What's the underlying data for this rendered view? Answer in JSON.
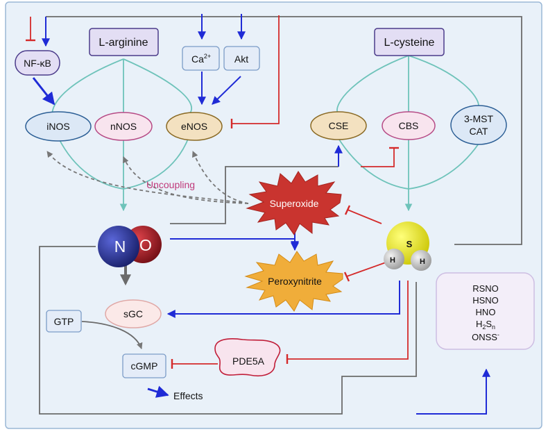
{
  "colors": {
    "background": "#e9f1f9",
    "frame_border": "#9ab7d6",
    "teal_pathway": "#6ec3ba",
    "activation_arrow": "#1f2bd6",
    "inhibition": "#d42a2a",
    "gray_line": "#6b6b6b",
    "uncoupling_text": "#c0397a",
    "arginine_box": "#e3def4",
    "cysteine_box": "#e3def4",
    "inos_fill": "#dce8f6",
    "nnos_fill": "#f8e4ee",
    "enos_fill": "#f3e1c0",
    "cse_fill": "#f3e1c0",
    "cbs_fill": "#f8e4ee",
    "superoxide_fill": "#c9342f",
    "peroxynitrite_fill": "#f0ad3a",
    "no_n_atom": "#1c2580",
    "no_o_atom": "#a3121b",
    "h2s_s_atom": "#e8e816",
    "products_box_fill": "#f3eef9",
    "products_box_border": "#cdbde2"
  },
  "nodes": {
    "nfkb": "NF-κB",
    "l_arginine": "L-arginine",
    "ca2_base": "Ca",
    "ca2_sup": "2+",
    "akt": "Akt",
    "l_cysteine": "L-cysteine",
    "inos": "iNOS",
    "nnos": "nNOS",
    "enos": "eNOS",
    "cse": "CSE",
    "cbs": "CBS",
    "mst_line1": "3-MST",
    "mst_line2": "CAT",
    "uncoupling": "Uncoupling",
    "superoxide": "Superoxide",
    "peroxynitrite": "Peroxynitrite",
    "no_n": "N",
    "no_o": "O",
    "h2s_s": "S",
    "h2s_h1": "H",
    "h2s_h2": "H",
    "sgc": "sGC",
    "gtp": "GTP",
    "cgmp": "cGMP",
    "pde5a": "PDE5A",
    "effects": "Effects"
  },
  "products": {
    "rsno": "RSNO",
    "hsno": "HSNO",
    "hno": "HNO",
    "h2sn_h": "H",
    "h2sn_2": "2",
    "h2sn_s": "S",
    "h2sn_n": "n",
    "onss": "ONSS",
    "onss_sup": "-"
  }
}
